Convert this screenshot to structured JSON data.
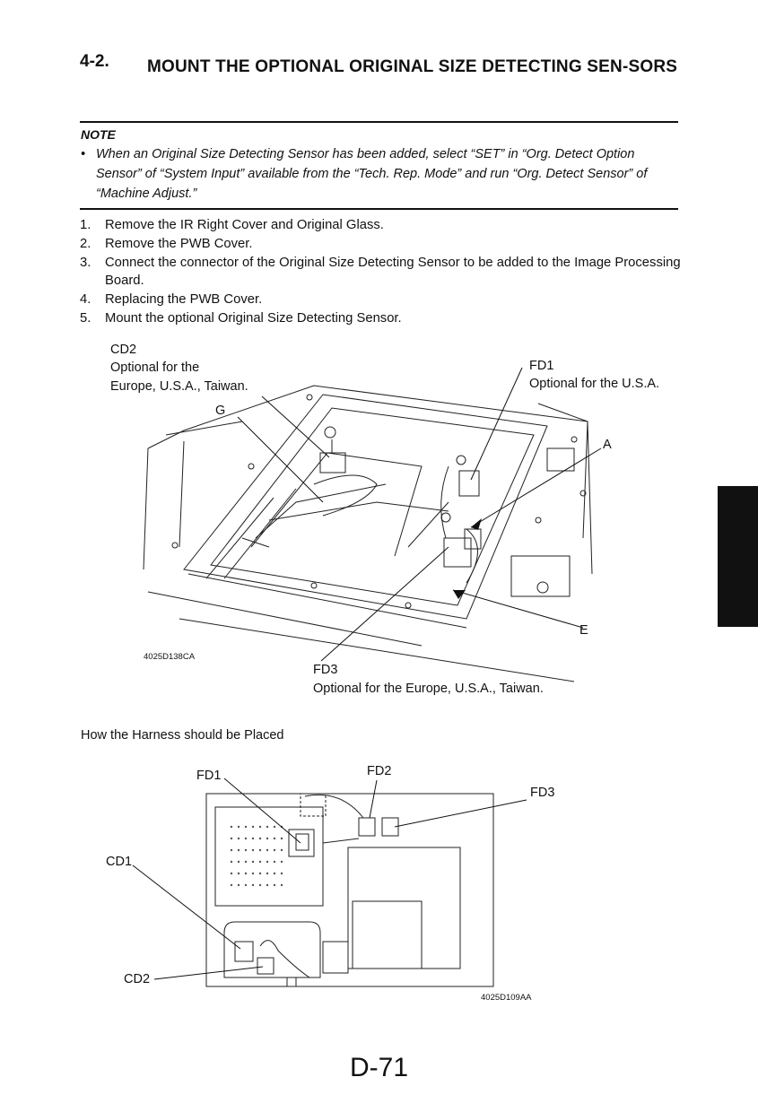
{
  "section": {
    "number": "4-2.",
    "title": "MOUNT THE OPTIONAL ORIGINAL SIZE DETECTING SEN-SORS"
  },
  "note": {
    "label": "NOTE",
    "bullet": "•",
    "text": "When an Original Size Detecting Sensor has been added, select “SET” in “Org. Detect Option Sensor” of “System Input” available from the “Tech. Rep. Mode” and run “Org. Detect Sensor” of “Machine Adjust.”"
  },
  "steps": [
    {
      "n": "1.",
      "text": "Remove the IR Right Cover and Original Glass."
    },
    {
      "n": "2.",
      "text": "Remove the PWB Cover."
    },
    {
      "n": "3.",
      "text": "Connect the connector of the Original Size Detecting Sensor to be added to the Image Processing Board."
    },
    {
      "n": "4.",
      "text": "Replacing the PWB Cover."
    },
    {
      "n": "5.",
      "text": "Mount the optional Original Size Detecting Sensor."
    }
  ],
  "figure1": {
    "cd2_title": "CD2",
    "cd2_line1": "Optional for the",
    "cd2_line2": "Europe, U.S.A., Taiwan.",
    "g": "G",
    "fd1_title": "FD1",
    "fd1_desc": "Optional for the U.S.A.",
    "a": "A",
    "e": "E",
    "code": "4025D138CA",
    "fd3_title": "FD3",
    "fd3_desc": "Optional for the Europe, U.S.A., Taiwan."
  },
  "harness_heading": "How the Harness should be Placed",
  "figure2": {
    "fd1": "FD1",
    "fd2": "FD2",
    "fd3": "FD3",
    "cd1": "CD1",
    "cd2": "CD2",
    "code": "4025D109AA"
  },
  "page_number": "D-71"
}
